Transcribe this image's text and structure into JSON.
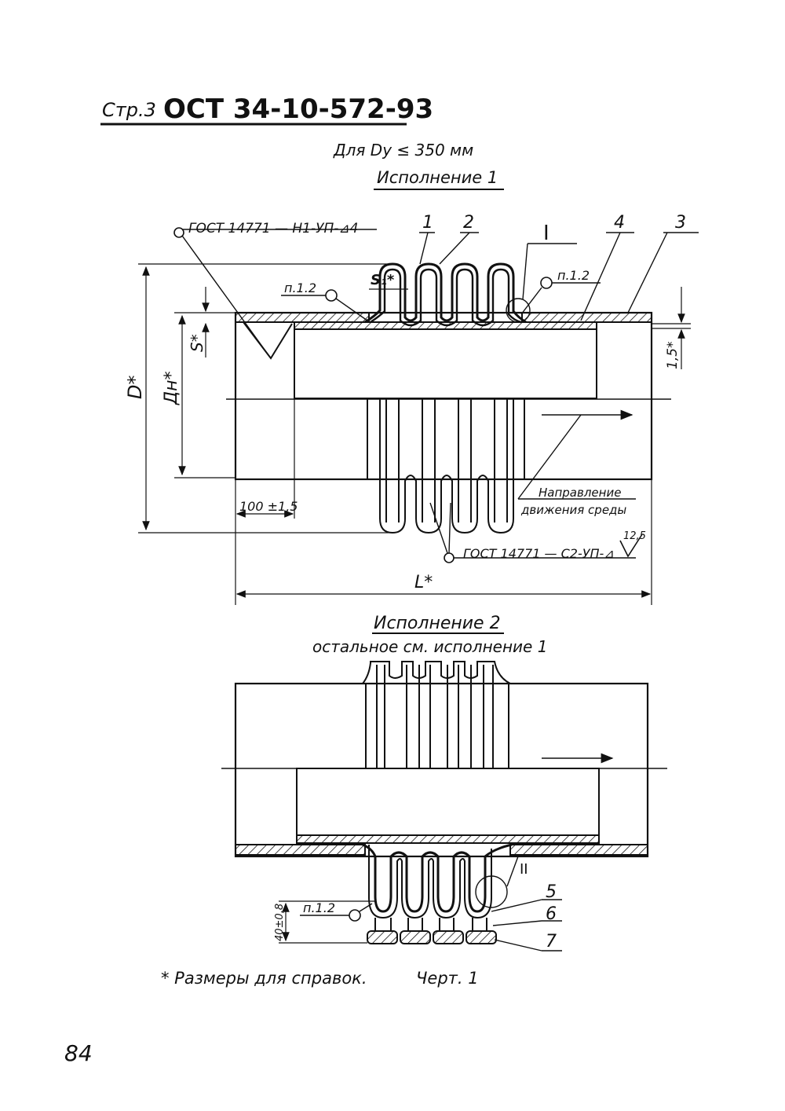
{
  "header": {
    "page_label": "Стр.3",
    "standard": "ОСТ 34-10-572-93"
  },
  "view1": {
    "condition": "Для Dy ≤ 350 мм",
    "title": "Исполнение 1",
    "weld_top": "ГОСТ 14771 — Н1-УП-⊿4",
    "weld_bottom": "ГОСТ 14771 — С2-УП-⊿",
    "roughness": "12,5",
    "flow_label_1": "Направление",
    "flow_label_2": "движения среды",
    "ref_left": "п.1.2",
    "ref_right": "п.1.2",
    "callout_1": "1",
    "callout_2": "2",
    "callout_3": "3",
    "callout_4": "4",
    "detail_I": "I",
    "dim_s1": "S₁*",
    "dim_s": "S*",
    "dim_D": "D*",
    "dim_Dn": "Дн*",
    "dim_15": "1,5*",
    "dim_100": "100 ±1,5",
    "dim_L": "L*"
  },
  "view2": {
    "title": "Исполнение 2",
    "subtitle": "остальное см. исполнение 1",
    "ref": "п.1.2",
    "dim_40": "40±0,8",
    "detail_II": "II",
    "callout_5": "5",
    "callout_6": "6",
    "callout_7": "7"
  },
  "footer": {
    "note": "* Размеры для справок.",
    "figure": "Черт. 1",
    "page_number": "84"
  }
}
